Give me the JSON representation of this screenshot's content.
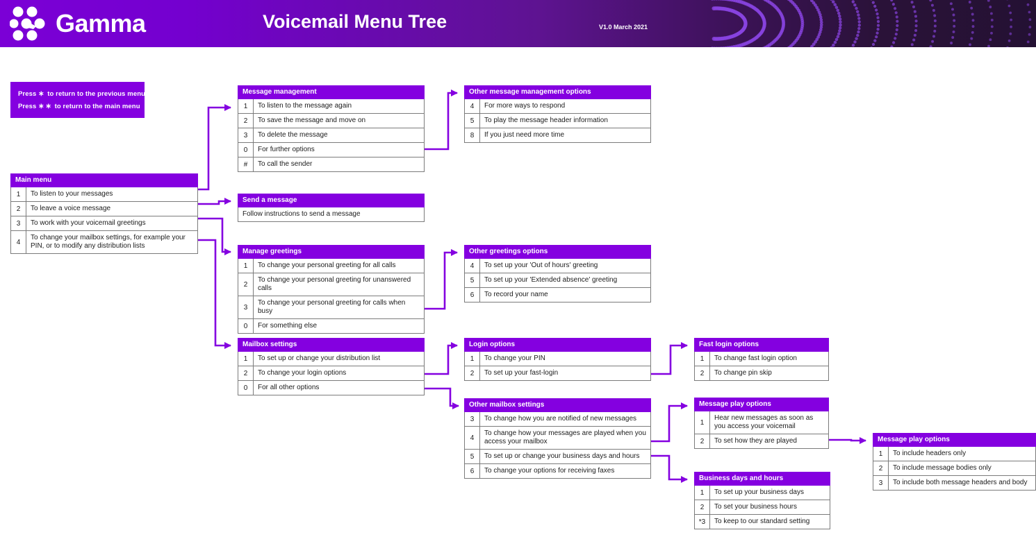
{
  "header": {
    "logo_text": "Gamma",
    "logo_icon": "gamma-dots-logo",
    "title": "Voicemail Menu Tree",
    "version": "V1.0 March 2021",
    "brand_purple": "#8400e0",
    "gradient_dark": "#241133"
  },
  "legend": {
    "line1_prefix": "Press",
    "line1_keys": "∗",
    "line1_text": "to return to the previous menu",
    "line2_prefix": "Press",
    "line2_keys": "∗∗",
    "line2_text": "to return to the main menu"
  },
  "nodes": {
    "main_menu": {
      "title": "Main menu",
      "rows": [
        {
          "key": "1",
          "text": "To listen to your messages"
        },
        {
          "key": "2",
          "text": "To leave a voice message"
        },
        {
          "key": "3",
          "text": "To work with your voicemail greetings"
        },
        {
          "key": "4",
          "text": "To change your mailbox settings, for example your PIN, or to modify any distribution lists"
        }
      ]
    },
    "message_management": {
      "title": "Message management",
      "rows": [
        {
          "key": "1",
          "text": "To listen to the message again"
        },
        {
          "key": "2",
          "text": "To save the message and move on"
        },
        {
          "key": "3",
          "text": "To delete the message"
        },
        {
          "key": "0",
          "text": "For further options"
        },
        {
          "key": "#",
          "text": "To call the sender"
        }
      ]
    },
    "other_message_management": {
      "title": "Other message management options",
      "rows": [
        {
          "key": "4",
          "text": "For more ways to respond"
        },
        {
          "key": "5",
          "text": "To play the message header information"
        },
        {
          "key": "8",
          "text": "If you just need more time"
        }
      ]
    },
    "send_a_message": {
      "title": "Send a message",
      "rows": [
        {
          "key": "",
          "text": "Follow instructions to send a message"
        }
      ]
    },
    "manage_greetings": {
      "title": "Manage greetings",
      "rows": [
        {
          "key": "1",
          "text": "To change your personal greeting for all calls"
        },
        {
          "key": "2",
          "text": "To change your personal greeting for unanswered calls"
        },
        {
          "key": "3",
          "text": "To change your personal greeting for calls when busy"
        },
        {
          "key": "0",
          "text": "For something else"
        }
      ]
    },
    "other_greetings_options": {
      "title": "Other greetings options",
      "rows": [
        {
          "key": "4",
          "text": "To set up your 'Out of hours' greeting"
        },
        {
          "key": "5",
          "text": "To set up your 'Extended absence' greeting"
        },
        {
          "key": "6",
          "text": "To record your name"
        }
      ]
    },
    "mailbox_settings": {
      "title": "Mailbox settings",
      "rows": [
        {
          "key": "1",
          "text": "To set up or change your distribution list"
        },
        {
          "key": "2",
          "text": "To change your login options"
        },
        {
          "key": "0",
          "text": "For all other options"
        }
      ]
    },
    "login_options": {
      "title": "Login options",
      "rows": [
        {
          "key": "1",
          "text": "To change your PIN"
        },
        {
          "key": "2",
          "text": "To set up your fast-login"
        }
      ]
    },
    "fast_login_options": {
      "title": "Fast login options",
      "rows": [
        {
          "key": "1",
          "text": "To change fast login option"
        },
        {
          "key": "2",
          "text": "To change pin skip"
        }
      ]
    },
    "other_mailbox_settings": {
      "title": "Other mailbox settings",
      "rows": [
        {
          "key": "3",
          "text": "To change how you are notified of new messages"
        },
        {
          "key": "4",
          "text": "To change how your messages are played when you access your mailbox"
        },
        {
          "key": "5",
          "text": "To set up or change your business days and hours"
        },
        {
          "key": "6",
          "text": "To change your options for receiving faxes"
        }
      ]
    },
    "message_play_options": {
      "title": "Message play options",
      "rows": [
        {
          "key": "1",
          "text": "Hear new messages as soon as you access your voicemail"
        },
        {
          "key": "2",
          "text": "To set how they are played"
        }
      ]
    },
    "message_play_options_detail": {
      "title": "Message play options",
      "rows": [
        {
          "key": "1",
          "text": "To include headers only"
        },
        {
          "key": "2",
          "text": "To include message bodies only"
        },
        {
          "key": "3",
          "text": "To include both message headers and body"
        }
      ]
    },
    "business_days_and_hours": {
      "title": "Business days and hours",
      "rows": [
        {
          "key": "1",
          "text": "To set up your business days"
        },
        {
          "key": "2",
          "text": "To set your business hours"
        },
        {
          "key": "*3",
          "text": "To keep to our standard setting"
        }
      ]
    }
  }
}
